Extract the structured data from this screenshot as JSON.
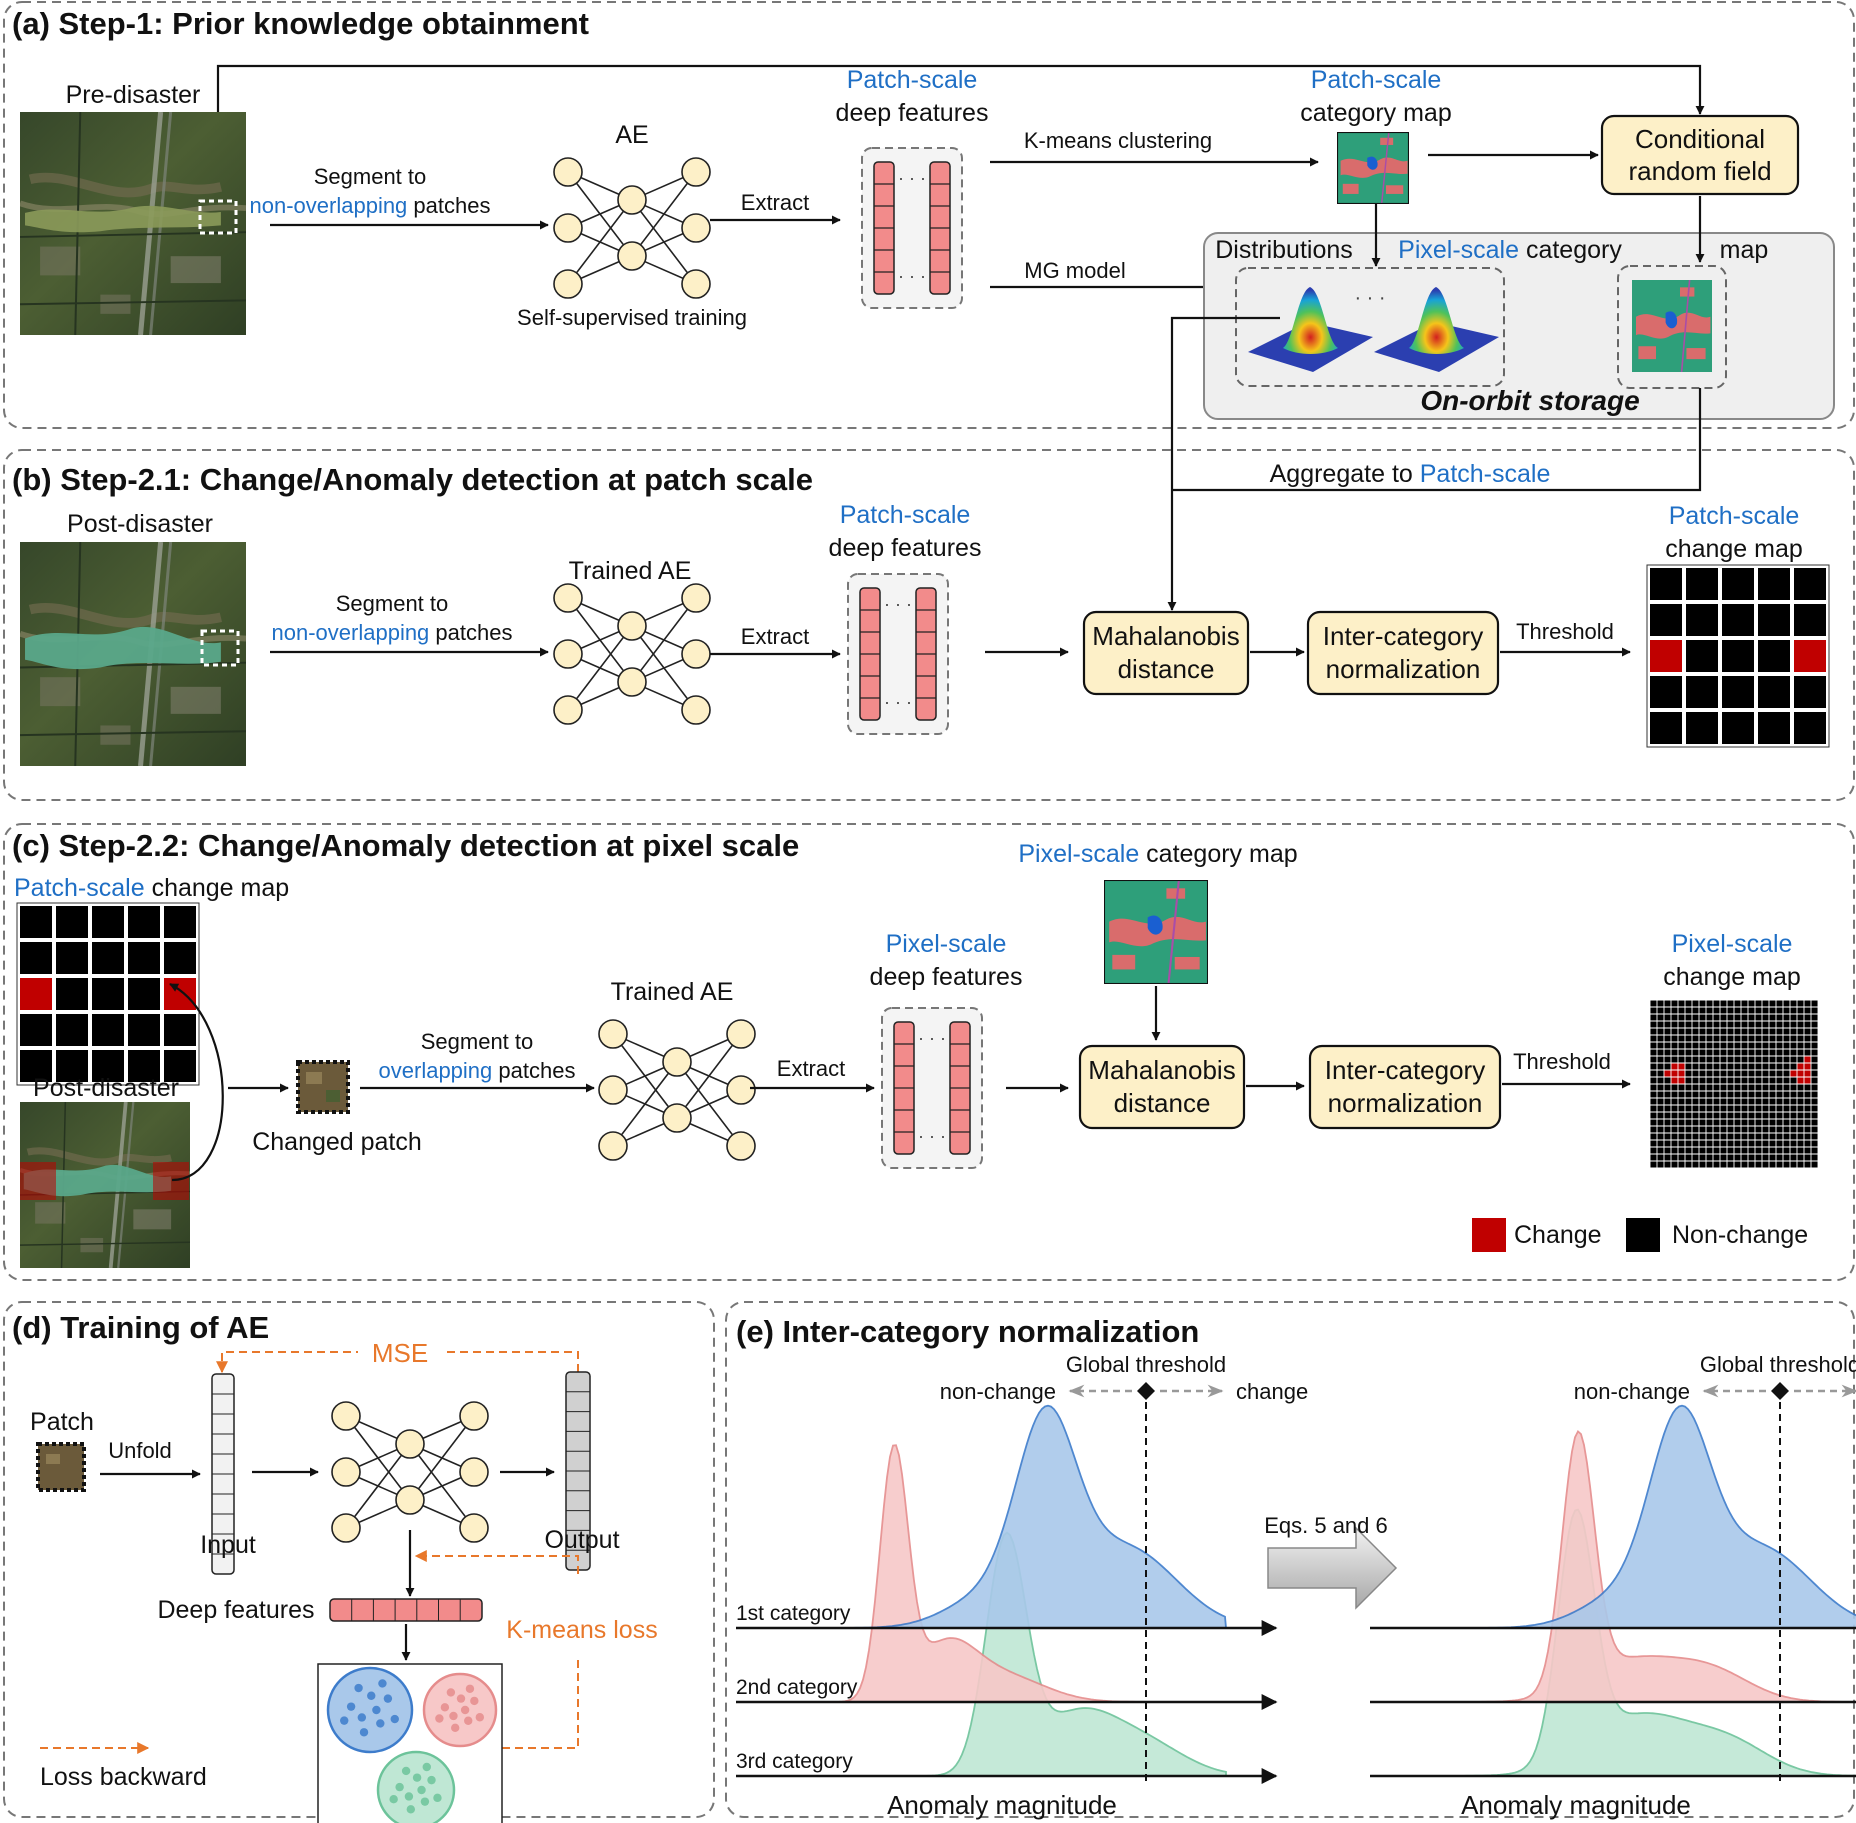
{
  "colors": {
    "blue_text": "#1f6fc5",
    "orange": "#e8782b",
    "box_fill": "#fdf0c8",
    "neuron_fill": "#fdf0c8",
    "feature_fill": "#f28b8b",
    "change_red": "#c00000",
    "non_change_black": "#000000"
  },
  "section_a": {
    "title": "(a) Step-1: Prior knowledge obtainment",
    "pre_disaster": "Pre-disaster",
    "segment_1": "Segment to",
    "segment_2_blue": "non-overlapping",
    "segment_2_rest": " patches",
    "ae": "AE",
    "self_supervised": "Self-supervised training",
    "extract": "Extract",
    "features_blue": "Patch-scale",
    "features_rest": "deep features",
    "kmeans": "K-means clustering",
    "mg_model": "MG model",
    "catmap_blue": "Patch-scale",
    "catmap_rest": "category map",
    "crf_1": "Conditional",
    "crf_2": "random field",
    "distributions": "Distributions",
    "pixel_catmap_blue": "Pixel-scale",
    "pixel_catmap_rest": " category",
    "pixel_catmap_map": "map",
    "ellipsis": "· · ·",
    "storage": "On-orbit storage",
    "aggregate_rest": "Aggregate to ",
    "aggregate_blue": "Patch-scale"
  },
  "section_b": {
    "title": "(b) Step-2.1: Change/Anomaly detection at patch scale",
    "post_disaster": "Post-disaster",
    "segment_1": "Segment to",
    "segment_2_blue": "non-overlapping",
    "segment_2_rest": " patches",
    "trained_ae": "Trained AE",
    "extract": "Extract",
    "features_blue": "Patch-scale",
    "features_rest": "deep features",
    "mahalanobis_1": "Mahalanobis",
    "mahalanobis_2": "distance",
    "intercat_1": "Inter-category",
    "intercat_2": "normalization",
    "threshold": "Threshold",
    "changemap_blue": "Patch-scale",
    "changemap_rest": "change map"
  },
  "section_c": {
    "title": "(c) Step-2.2: Change/Anomaly detection at pixel scale",
    "patch_changemap_blue": "Patch-scale",
    "patch_changemap_rest": " change map",
    "post_disaster": "Post-disaster",
    "changed_patch": "Changed  patch",
    "segment_1": "Segment to",
    "segment_2_blue": "overlapping",
    "segment_2_rest": " patches",
    "trained_ae": "Trained AE",
    "extract": "Extract",
    "features_blue": "Pixel-scale",
    "features_rest": "deep features",
    "pixel_catmap_blue": "Pixel-scale",
    "pixel_catmap_rest": " category map",
    "mahalanobis_1": "Mahalanobis",
    "mahalanobis_2": "distance",
    "intercat_1": "Inter-category",
    "intercat_2": "normalization",
    "threshold": "Threshold",
    "changemap_blue": "Pixel-scale",
    "changemap_rest": "change map",
    "legend_change": "Change",
    "legend_nonchange": "Non-change"
  },
  "section_d": {
    "title": "(d) Training of AE",
    "mse": "MSE",
    "patch": "Patch",
    "unfold": "Unfold",
    "input": "Input",
    "output": "Output",
    "deep_features": "Deep features",
    "kmeans_loss": "K-means loss",
    "loss_backward": "Loss backward"
  },
  "section_e": {
    "title": "(e) Inter-category normalization",
    "global_threshold": "Global threshold",
    "non_change": "non-change",
    "change": "change",
    "eqs": "Eqs. 5 and 6",
    "cat1": "1st category",
    "cat2": "2nd category",
    "cat3": "3rd category",
    "anomaly_magnitude": "Anomaly magnitude"
  }
}
